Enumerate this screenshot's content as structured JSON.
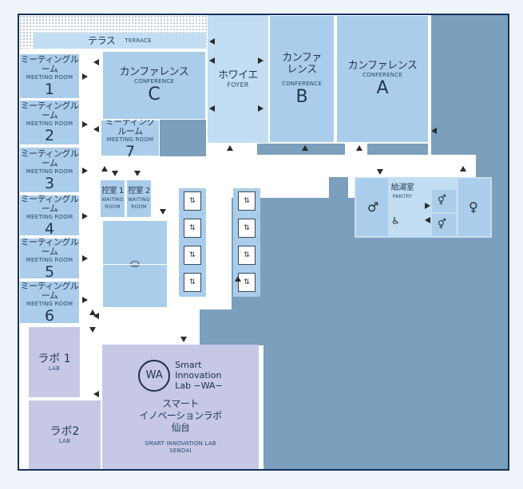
{
  "terrace": {
    "ja": "テラス",
    "en": "TERRACE"
  },
  "meeting_room_ja": "ミーティングルーム",
  "meeting_room_en": "MEETING ROOM",
  "meeting_rooms": [
    {
      "num": "1"
    },
    {
      "num": "2"
    },
    {
      "num": "3"
    },
    {
      "num": "4"
    },
    {
      "num": "5"
    },
    {
      "num": "6"
    },
    {
      "num": "7"
    }
  ],
  "conference_c": {
    "ja": "カンファレンス",
    "en": "CONFERENCE",
    "letter": "C"
  },
  "conference_b": {
    "ja1": "カンファ",
    "ja2": "レンス",
    "en": "CONFERENCE",
    "letter": "B"
  },
  "conference_a": {
    "ja": "カンファレンス",
    "en": "CONFERENCE",
    "letter": "A"
  },
  "foyer": {
    "ja": "ホワイエ",
    "en": "FOYER"
  },
  "waiting_1": {
    "ja": "控室 1",
    "en1": "WAITING",
    "en2": "ROOM"
  },
  "waiting_2": {
    "ja": "控室 2",
    "en1": "WAITING",
    "en2": "ROOM"
  },
  "pantry": {
    "ja": "給湯室",
    "en": "PANTRY"
  },
  "lab_1": {
    "ja": "ラボ 1",
    "en": "LAB"
  },
  "lab_2": {
    "ja": "ラボ2",
    "en": "LAB"
  },
  "sil": {
    "logo_mark": "WA",
    "logo_line1": "Smart",
    "logo_line2": "Innovation",
    "logo_line3": "Lab −WA−",
    "ja1": "スマート",
    "ja2": "イノベーションラボ",
    "ja3": "仙台",
    "en1": "SMART INNOVATION LAB",
    "en2": "SENDAI"
  },
  "colors": {
    "outer_bg": "#eef4f9",
    "water": "#7b9fbd",
    "room_light": "#a9cdea",
    "foyer": "#c3def3",
    "lab": "#c6c8e6",
    "border": "#15305e"
  },
  "icons": {
    "elevator": "elevator-icon",
    "smoking": "smoking-icon",
    "restroom_male": "male-restroom-icon",
    "restroom_female": "female-restroom-icon",
    "restroom_accessible": "accessible-restroom-icon",
    "restroom_all": "all-gender-restroom-icon"
  }
}
